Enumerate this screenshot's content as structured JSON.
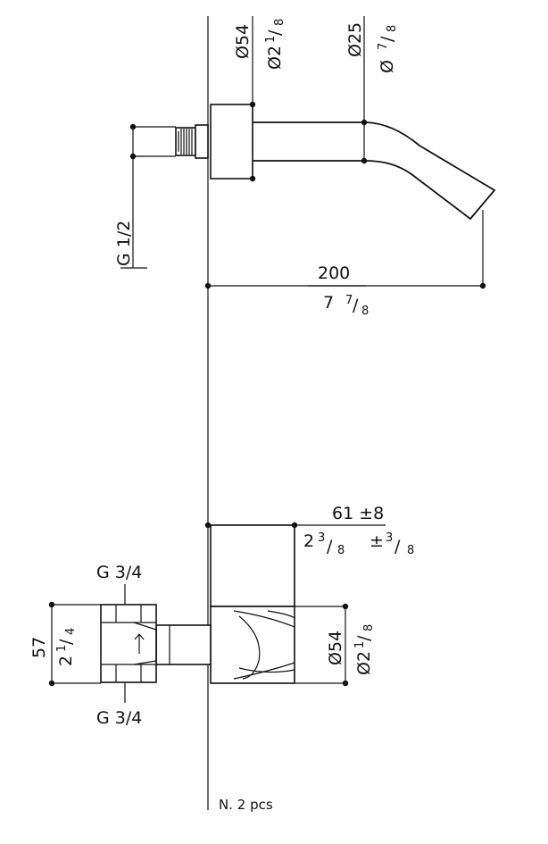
{
  "spout": {
    "diameter_outer": {
      "main": "Ø54",
      "inch": "Ø2",
      "frac_num": "1",
      "frac_den": "8"
    },
    "diameter_tube": {
      "main": "Ø25",
      "inch": "Ø",
      "frac_num": "7",
      "frac_den": "8"
    },
    "thread": "G 1/2",
    "length": {
      "main": "200",
      "inch": "7",
      "frac_num": "7",
      "frac_den": "8"
    }
  },
  "mixer": {
    "depth": {
      "main": "61 ±8",
      "inch": "2",
      "frac_num": "3",
      "frac_den": "8",
      "tol_sign": "±",
      "tol_num": "3",
      "tol_den": "8"
    },
    "height": {
      "main": "57",
      "inch": "2",
      "frac_num": "1",
      "frac_den": "4"
    },
    "diameter": {
      "main": "Ø54",
      "inch": "Ø2",
      "frac_num": "1",
      "frac_den": "8"
    },
    "thread_top": "G 3/4",
    "thread_bottom": "G 3/4"
  },
  "note": "N. 2 pcs"
}
